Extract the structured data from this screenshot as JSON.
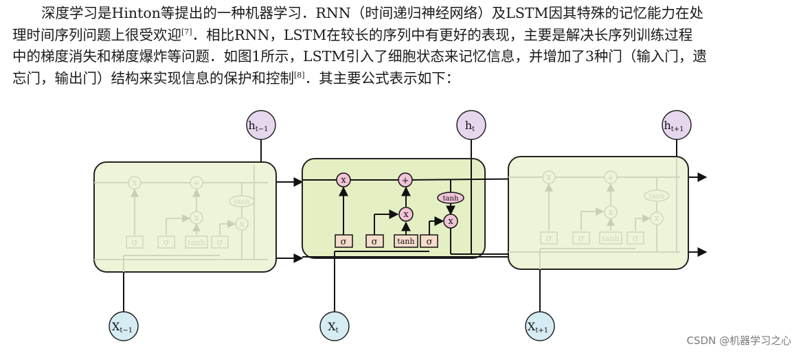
{
  "paragraph": {
    "line1": "深度学习是Hinton等提出的一种机器学习．RNN（时间递归神经网络）及LSTM因其特殊的记忆能力在处",
    "line2": "理时间序列问题上很受欢迎",
    "cite1": "[7]",
    "line2b": "．相比RNN，LSTM在较长的序列中有更好的表现，主要是解决长序列训练过程",
    "line3": "中的梯度消失和梯度爆炸等问题．如图1所示，LSTM引入了细胞状态来记忆信息，并增加了3种门（输入门，遗",
    "line4": "忘门，输出门）结构来实现信息的保护和控制",
    "cite2": "[8]",
    "line4b": "．其主要公式表示如下："
  },
  "figure": {
    "cells": [
      {
        "hidden": "h",
        "hidden_sub": "t−1",
        "input": "X",
        "input_sub": "t−1",
        "faded": true
      },
      {
        "hidden": "h",
        "hidden_sub": "t",
        "input": "X",
        "input_sub": "t",
        "faded": false
      },
      {
        "hidden": "h",
        "hidden_sub": "t+1",
        "input": "X",
        "input_sub": "t+1",
        "faded": true
      }
    ],
    "gate_labels": {
      "sigma": "σ",
      "tanh": "tanh",
      "multiply": "x",
      "add": "+"
    },
    "colors": {
      "cell_fill": "#e6f0c6",
      "cell_fill_faded": "#eef4d8",
      "hidden_node": "#e6d7ee",
      "input_node": "#d6ecf3",
      "op_node": "#f0c4d6",
      "gate_box": "#f6dccd"
    }
  },
  "watermark": "CSDN @机器学习之心"
}
